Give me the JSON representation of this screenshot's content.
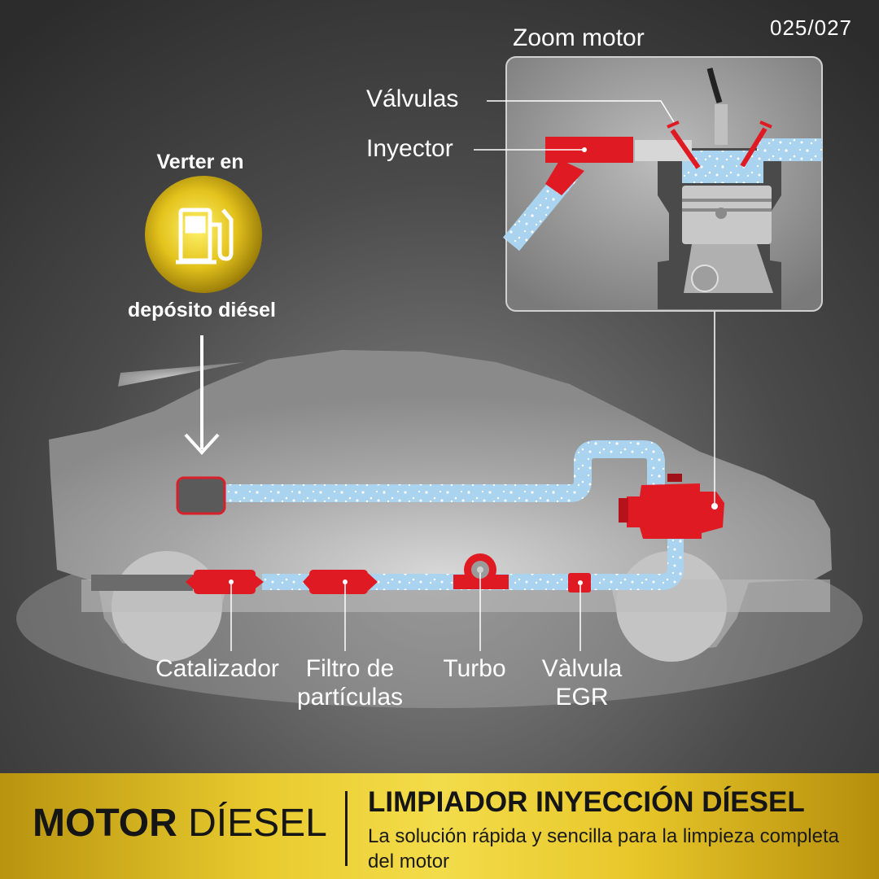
{
  "page_number": "025/027",
  "zoom": {
    "title": "Zoom motor",
    "valves_label": "Válvulas",
    "injector_label": "Inyector"
  },
  "pour": {
    "line1": "Verter en",
    "line2": "depósito diésel",
    "icon": "fuel-pump-icon"
  },
  "components": {
    "catalyst": "Catalizador",
    "particle_filter": "Filtro de\npartículas",
    "turbo": "Turbo",
    "egr_valve": "Vàlvula\nEGR"
  },
  "banner": {
    "left_bold": "MOTOR",
    "left_light": " DÍESEL",
    "heading": "LIMPIADOR INYECCIÓN DÍESEL",
    "subtitle": "La solución rápida y sencilla para la limpieza completa del motor"
  },
  "colors": {
    "component_red": "#e01a22",
    "fuel_line_blue": "#a9d3ef",
    "banner_gold": "#e9cb2f",
    "background": "#3a3a3a"
  }
}
